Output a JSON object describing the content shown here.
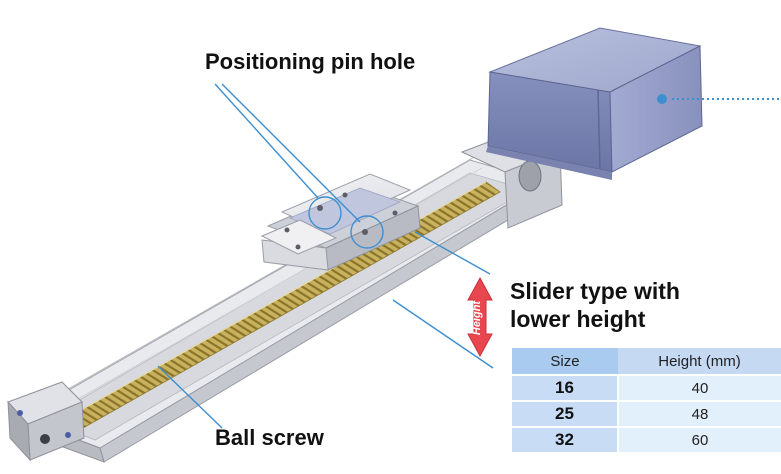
{
  "labels": {
    "positioning_pin_hole": "Positioning pin hole",
    "ball_screw": "Ball screw",
    "slider_type_line1": "Slider type with",
    "slider_type_line2": "lower height",
    "height_arrow": "Height"
  },
  "table": {
    "headers": [
      "Size",
      "Height (mm)"
    ],
    "rows": [
      {
        "size": "16",
        "height": "40"
      },
      {
        "size": "25",
        "height": "48"
      },
      {
        "size": "32",
        "height": "60"
      }
    ]
  },
  "colors": {
    "callout_line": "#3d8fd0",
    "motor_body": "#9aa3c9",
    "height_arrow": "#e8474f",
    "table_header": "#a9cbef",
    "table_cell": "#e1f0fb"
  }
}
